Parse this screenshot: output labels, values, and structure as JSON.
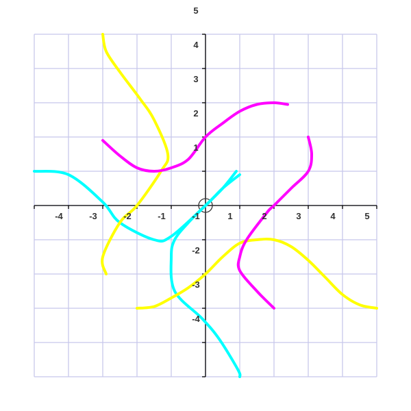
{
  "chart_data": {
    "type": "line",
    "title": "",
    "xlabel": "",
    "ylabel": "",
    "xlim": [
      -5,
      5
    ],
    "ylim": [
      -5,
      5
    ],
    "grid": true,
    "x_ticks": [
      -4,
      -3,
      -2,
      -1,
      1,
      2,
      3,
      4,
      5
    ],
    "y_ticks": [
      -4,
      -3,
      -2,
      -1,
      1,
      2,
      3,
      4,
      5
    ],
    "x_tick_labels": [
      "-4",
      "-3",
      "-2",
      "-1",
      "1",
      "2",
      "3",
      "4",
      "5"
    ],
    "y_tick_labels": [
      "-4",
      "-3",
      "-2",
      "-1",
      "1",
      "2",
      "3",
      "4",
      "5"
    ],
    "series": [
      {
        "color": "#00ffff",
        "points": [
          [
            -5,
            1
          ],
          [
            -4,
            0.9
          ],
          [
            -3,
            0.1
          ],
          [
            -2.5,
            -0.5
          ],
          [
            -1.5,
            -1
          ],
          [
            -1,
            -0.9
          ],
          [
            0,
            0
          ],
          [
            0.5,
            0.5
          ],
          [
            1,
            0.9
          ]
        ]
      },
      {
        "color": "#00ffff",
        "points": [
          [
            0.9,
            1
          ],
          [
            0.5,
            0.5
          ],
          [
            0,
            0
          ],
          [
            -0.5,
            -0.5
          ],
          [
            -0.9,
            -1
          ],
          [
            -1,
            -1.5
          ],
          [
            -0.9,
            -2.5
          ],
          [
            -0.1,
            -3.3
          ],
          [
            0.4,
            -3.9
          ],
          [
            0.95,
            -4.8
          ],
          [
            1,
            -5
          ]
        ]
      },
      {
        "color": "#ffff00",
        "points": [
          [
            -3,
            5
          ],
          [
            -2.9,
            4.5
          ],
          [
            -2.5,
            3.9
          ],
          [
            -1.9,
            3.1
          ],
          [
            -1.5,
            2.5
          ],
          [
            -1.1,
            1.5
          ],
          [
            -1.3,
            1
          ],
          [
            -2,
            0
          ],
          [
            -2.5,
            -0.5
          ],
          [
            -3,
            -1.5
          ],
          [
            -2.9,
            -2
          ]
        ]
      },
      {
        "color": "#ffff00",
        "points": [
          [
            -2,
            -3
          ],
          [
            -1.5,
            -2.95
          ],
          [
            -1,
            -2.7
          ],
          [
            -0.5,
            -2.4
          ],
          [
            0,
            -2
          ],
          [
            0.5,
            -1.5
          ],
          [
            1,
            -1.1
          ],
          [
            1.5,
            -1
          ],
          [
            2,
            -1
          ],
          [
            2.5,
            -1.2
          ],
          [
            3,
            -1.6
          ],
          [
            3.5,
            -2.1
          ],
          [
            4,
            -2.6
          ],
          [
            4.5,
            -2.9
          ],
          [
            5,
            -3
          ]
        ]
      },
      {
        "color": "#ff00ff",
        "points": [
          [
            -3,
            1.9
          ],
          [
            -2.5,
            1.45
          ],
          [
            -2,
            1.1
          ],
          [
            -1.5,
            1
          ],
          [
            -1,
            1.1
          ],
          [
            -0.5,
            1.35
          ],
          [
            0,
            2
          ],
          [
            0.5,
            2.4
          ],
          [
            1,
            2.75
          ],
          [
            1.5,
            2.95
          ],
          [
            2,
            3
          ],
          [
            2.4,
            2.95
          ]
        ]
      },
      {
        "color": "#ff00ff",
        "points": [
          [
            2,
            -3
          ],
          [
            1.5,
            -2.5
          ],
          [
            1,
            -1.9
          ],
          [
            1,
            -1.5
          ],
          [
            1.2,
            -1
          ],
          [
            1.8,
            -0.2
          ],
          [
            2,
            0
          ],
          [
            2.5,
            0.5
          ],
          [
            3,
            1
          ],
          [
            3.1,
            1.5
          ],
          [
            3,
            2
          ]
        ]
      }
    ]
  }
}
